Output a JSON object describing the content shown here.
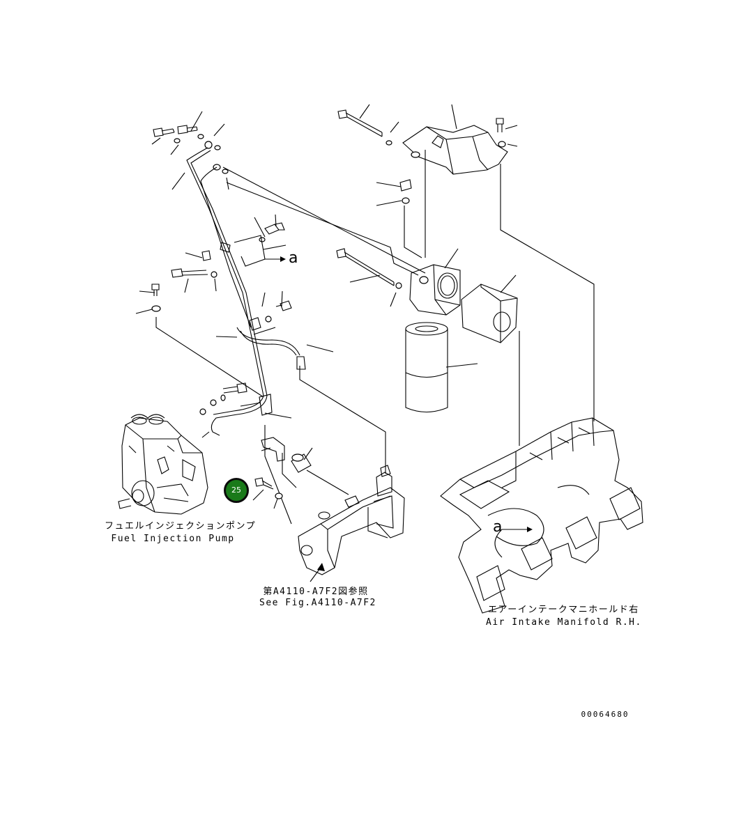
{
  "labels": {
    "fuel_pump_jp": "フュエルインジェクションポンプ",
    "fuel_pump_en": "Fuel Injection Pump",
    "see_fig_jp": "第A4110-A7F2図参照",
    "see_fig_en": "See Fig.A4110-A7F2",
    "manifold_jp": "エアーインテークマニホールド右",
    "manifold_en": "Air Intake Manifold R.H.",
    "drawing_number": "00064680",
    "ref_a_upper": "a",
    "ref_a_lower": "a"
  },
  "callout": {
    "number": "25",
    "color": "#1a7a1a"
  }
}
